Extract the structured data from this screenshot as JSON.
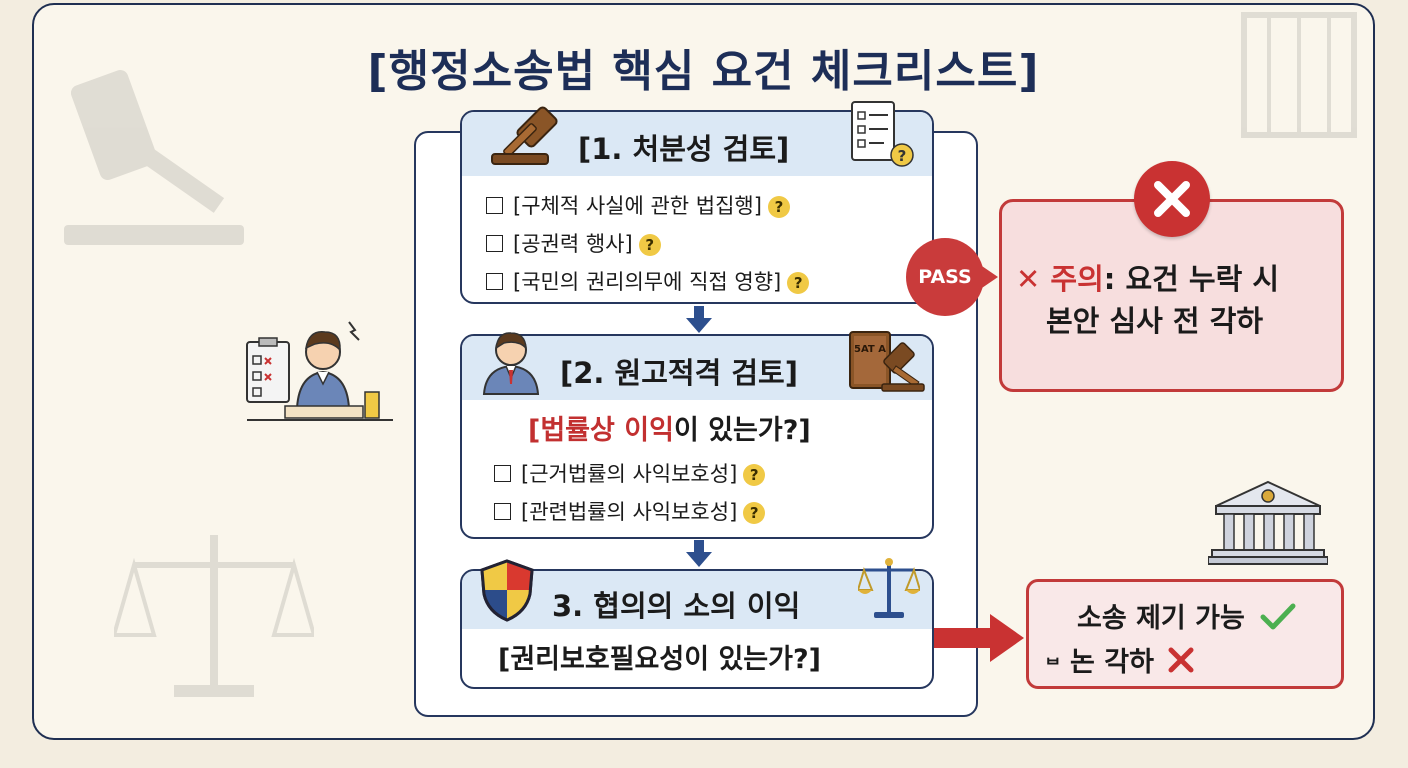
{
  "title": "[행정소송법 핵심 요건 체크리스트]",
  "step1": {
    "title": "[1. 처분성 검토]",
    "items": [
      "[구체적 사실에 관한 법집행]",
      "[공권력 행사]",
      "[국민의 권리의무에 직접 영향]"
    ],
    "question_mark": "?"
  },
  "step2": {
    "title": "[2. 원고적격 검토]",
    "question_highlight": "[법률상 이익",
    "question_rest": "이 있는가?]",
    "items": [
      "[근거법률의 사익보호성]",
      "[관련법률의 사익보호성]"
    ],
    "book_label": "5AT A"
  },
  "step3": {
    "title": "3. 협의의 소의 이익",
    "question": "[권리보호필요성이 있는가?]"
  },
  "pass_label": "PASS",
  "warning": {
    "prefix": "✕ ",
    "keyword": "주의",
    "line1_rest": ": 요건 누락 시",
    "line2": "본안 심사 전 각하"
  },
  "result": {
    "line1": "소송 제기 가능",
    "line2_prefix": "ᄇ",
    "line2": "논 각하"
  },
  "colors": {
    "navy": "#1d2e57",
    "red": "#c93232",
    "header_blue": "#dbe8f5",
    "check_green": "#4caf50"
  }
}
